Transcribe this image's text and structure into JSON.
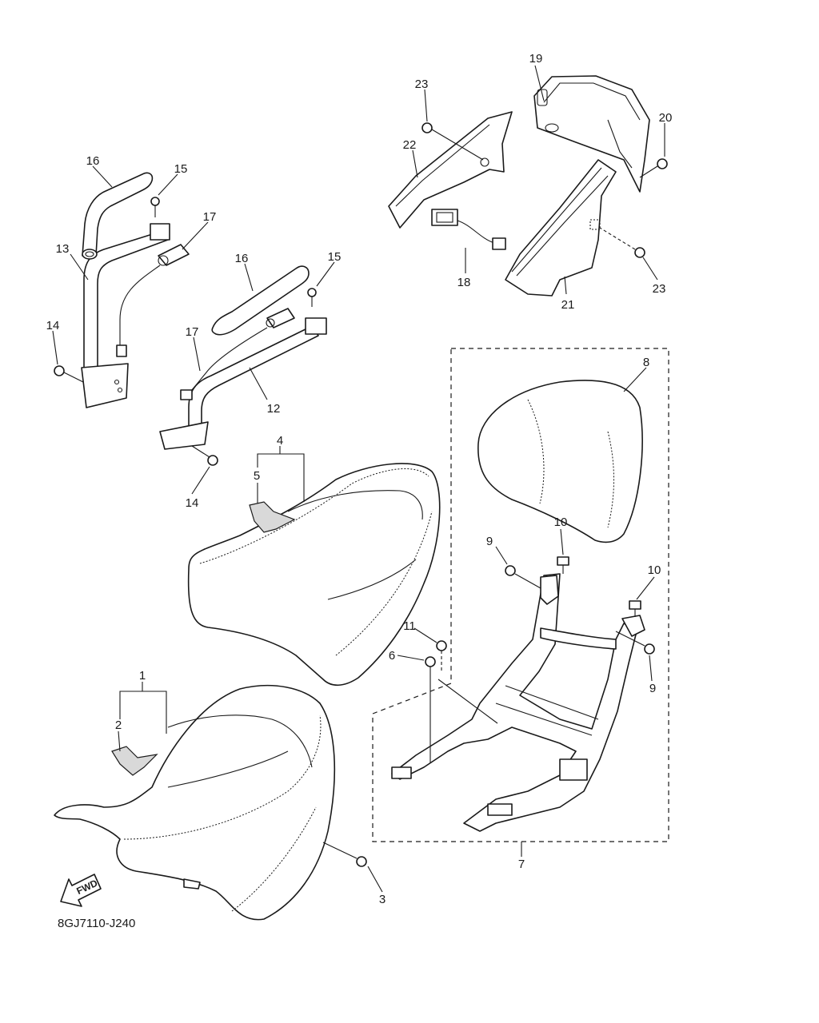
{
  "diagram_code": "8GJ7110-J240",
  "fwd_label": "FWD",
  "callouts": [
    "1",
    "2",
    "3",
    "4",
    "5",
    "6",
    "7",
    "8",
    "9",
    "9",
    "10",
    "10",
    "11",
    "12",
    "13",
    "14",
    "14",
    "15",
    "15",
    "16",
    "16",
    "17",
    "17",
    "18",
    "19",
    "20",
    "21",
    "22",
    "23",
    "23"
  ]
}
